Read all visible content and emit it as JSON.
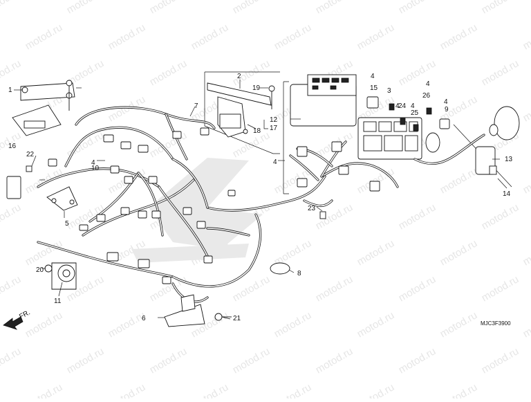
{
  "diagram": {
    "watermark": "motod.ru",
    "drawing_code": "MJC3F3900",
    "direction_marker": "FR.",
    "callouts": [
      "1",
      "2",
      "3",
      "4",
      "5",
      "6",
      "7",
      "8",
      "9",
      "10",
      "11",
      "12",
      "13",
      "14",
      "15",
      "16",
      "17",
      "18",
      "19",
      "20",
      "21",
      "22",
      "23",
      "24",
      "25",
      "26"
    ]
  }
}
